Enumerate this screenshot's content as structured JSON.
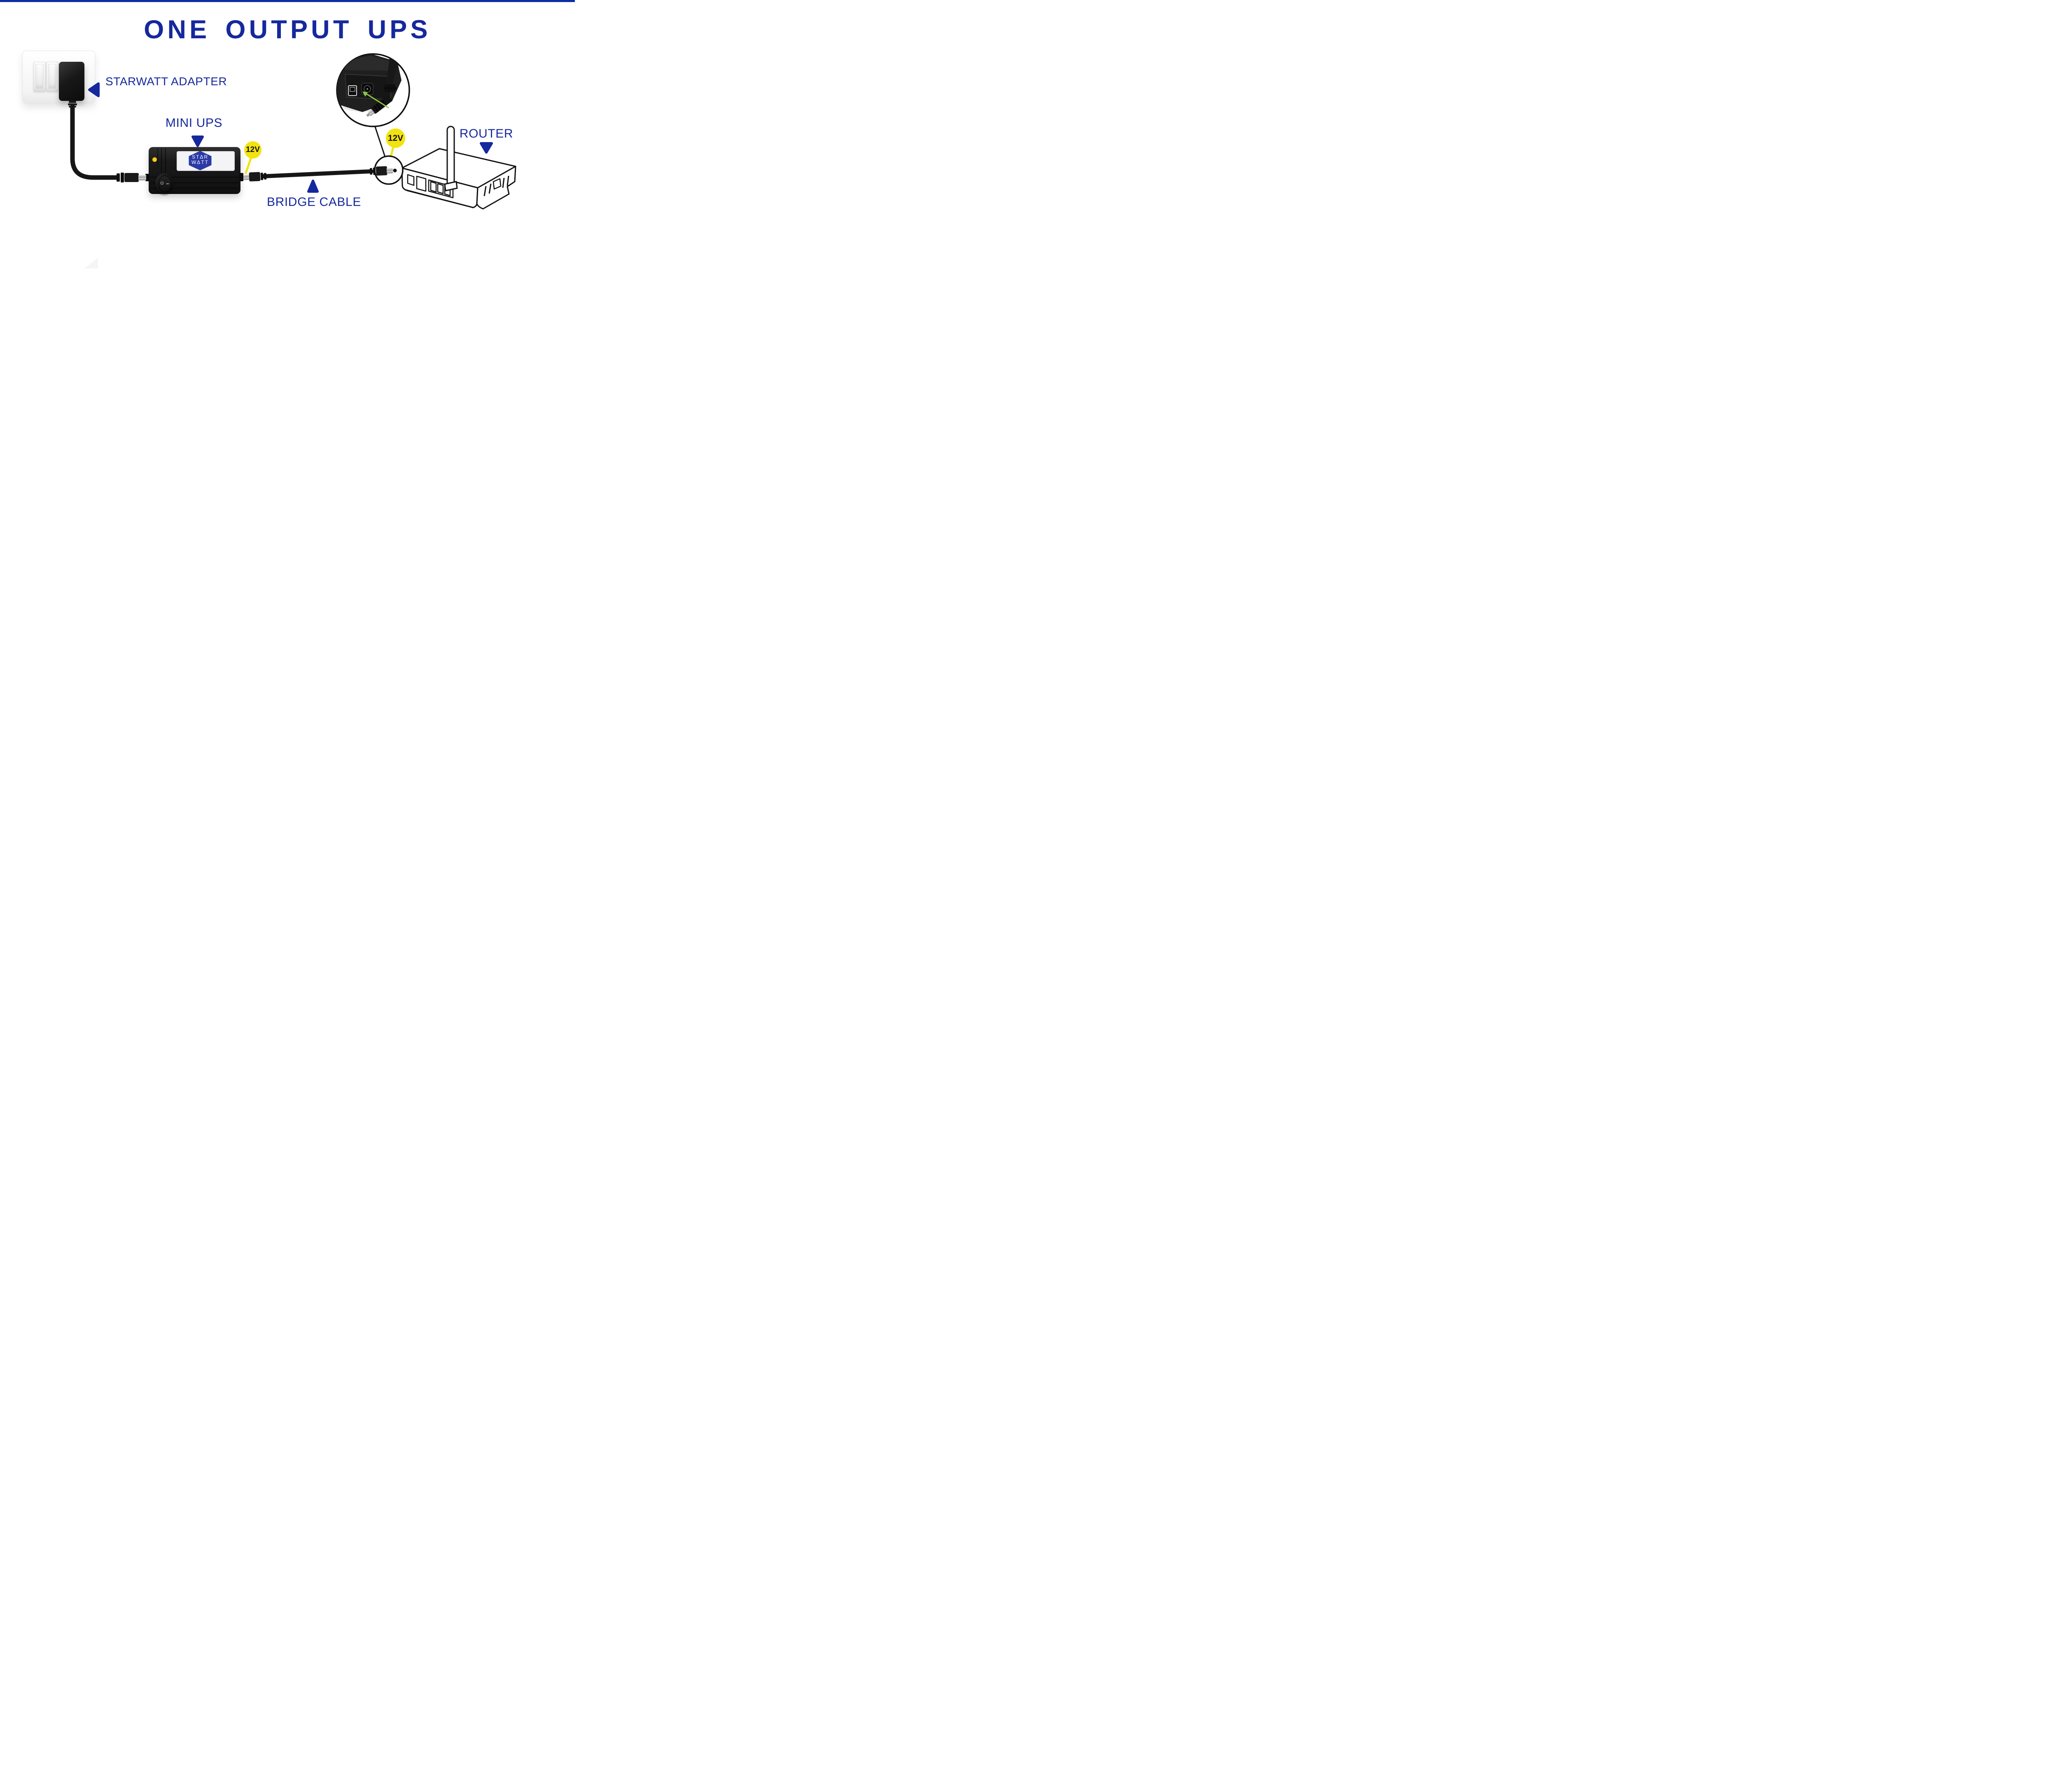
{
  "title": "ONE OUTPUT UPS",
  "labels": {
    "adapter": "STARWATT ADAPTER",
    "mini_ups": "MINI UPS",
    "bridge_cable": "BRIDGE CABLE",
    "router": "ROUTER"
  },
  "badges": {
    "ups_output_voltage": "12V",
    "router_input_voltage": "12V"
  },
  "ups_device": {
    "logo_line1": "STΔR",
    "logo_line2": "WΔTT",
    "switch_off_symbol": "O",
    "switch_on_symbol": "–"
  },
  "colors": {
    "top_bar": "#0a2da3",
    "primary_blue": "#16289d",
    "hex_blue": "#2c3aa5",
    "badge_yellow": "#f2e30f",
    "led_yellow": "#ffd008",
    "arrow_green": "#8cc63f"
  }
}
